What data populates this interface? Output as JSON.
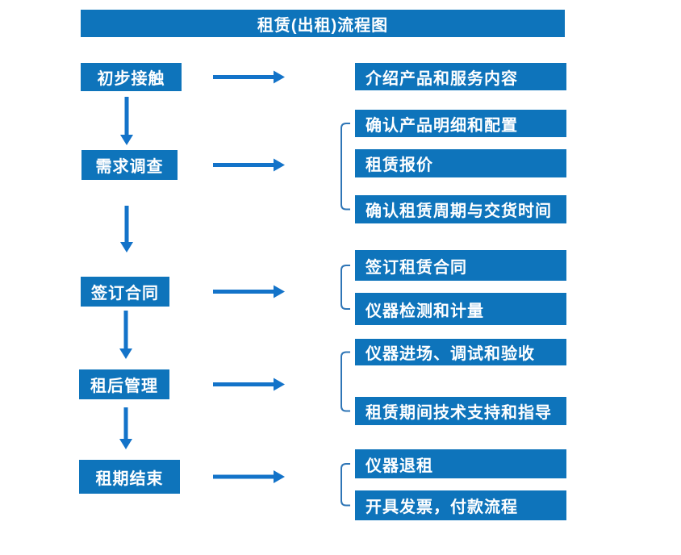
{
  "title": "租赁(出租)流程图",
  "colors": {
    "background": "#FFFFFF",
    "box": "#0E74BB",
    "arrow": "#1373C9",
    "bracket": "#2E75B6",
    "text": "#FFFFFF"
  },
  "steps": [
    {
      "label": "初步接触",
      "details": [
        "介绍产品和服务内容"
      ]
    },
    {
      "label": "需求调查",
      "details": [
        "确认产品明细和配置",
        "租赁报价",
        "确认租赁周期与交货时间"
      ]
    },
    {
      "label": "签订合同",
      "details": [
        "签订租赁合同",
        "仪器检测和计量"
      ]
    },
    {
      "label": "租后管理",
      "details": [
        "仪器进场、调试和验收",
        "租赁期间技术支持和指导"
      ]
    },
    {
      "label": "租期结束",
      "details": [
        "仪器退租",
        "开具发票，付款流程"
      ]
    }
  ]
}
